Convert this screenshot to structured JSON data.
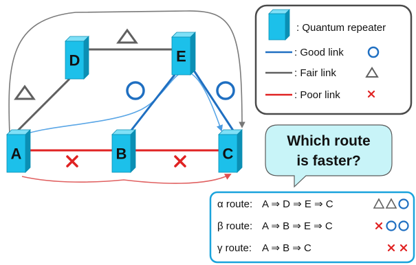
{
  "nodes": [
    {
      "id": "A",
      "label": "A"
    },
    {
      "id": "B",
      "label": "B"
    },
    {
      "id": "C",
      "label": "C"
    },
    {
      "id": "D",
      "label": "D"
    },
    {
      "id": "E",
      "label": "E"
    }
  ],
  "links": [
    {
      "from": "A",
      "to": "D",
      "quality": "fair"
    },
    {
      "from": "D",
      "to": "E",
      "quality": "fair"
    },
    {
      "from": "E",
      "to": "C",
      "quality": "good"
    },
    {
      "from": "B",
      "to": "E",
      "quality": "good"
    },
    {
      "from": "A",
      "to": "B",
      "quality": "poor"
    },
    {
      "from": "B",
      "to": "C",
      "quality": "poor"
    }
  ],
  "legend": {
    "repeater": ": Quantum repeater",
    "good": ": Good link",
    "fair": ": Fair link",
    "poor": ": Poor link"
  },
  "question": {
    "line1": "Which route",
    "line2": "is faster?"
  },
  "routes": [
    {
      "name": "α route:",
      "path": "A ⇒ D ⇒ E ⇒ C",
      "quality": [
        "fair",
        "fair",
        "good"
      ]
    },
    {
      "name": "β route:",
      "path": "A ⇒ B ⇒ E ⇒ C",
      "quality": [
        "poor",
        "good",
        "good"
      ]
    },
    {
      "name": "γ route:",
      "path": "A ⇒ B ⇒ C",
      "quality": [
        "poor",
        "poor"
      ]
    }
  ],
  "colors": {
    "good": "#1f6fc1",
    "fair": "#606060",
    "poor": "#e02222",
    "cube_front": "#1cc0ea",
    "cube_top": "#7fe0f7",
    "cube_side": "#0b8fb4",
    "callout_fill": "#c8f4f8",
    "routes_border": "#1aa3dc"
  },
  "symbol_icons": {
    "good": "circle-icon",
    "fair": "triangle-icon",
    "poor": "cross-icon"
  }
}
